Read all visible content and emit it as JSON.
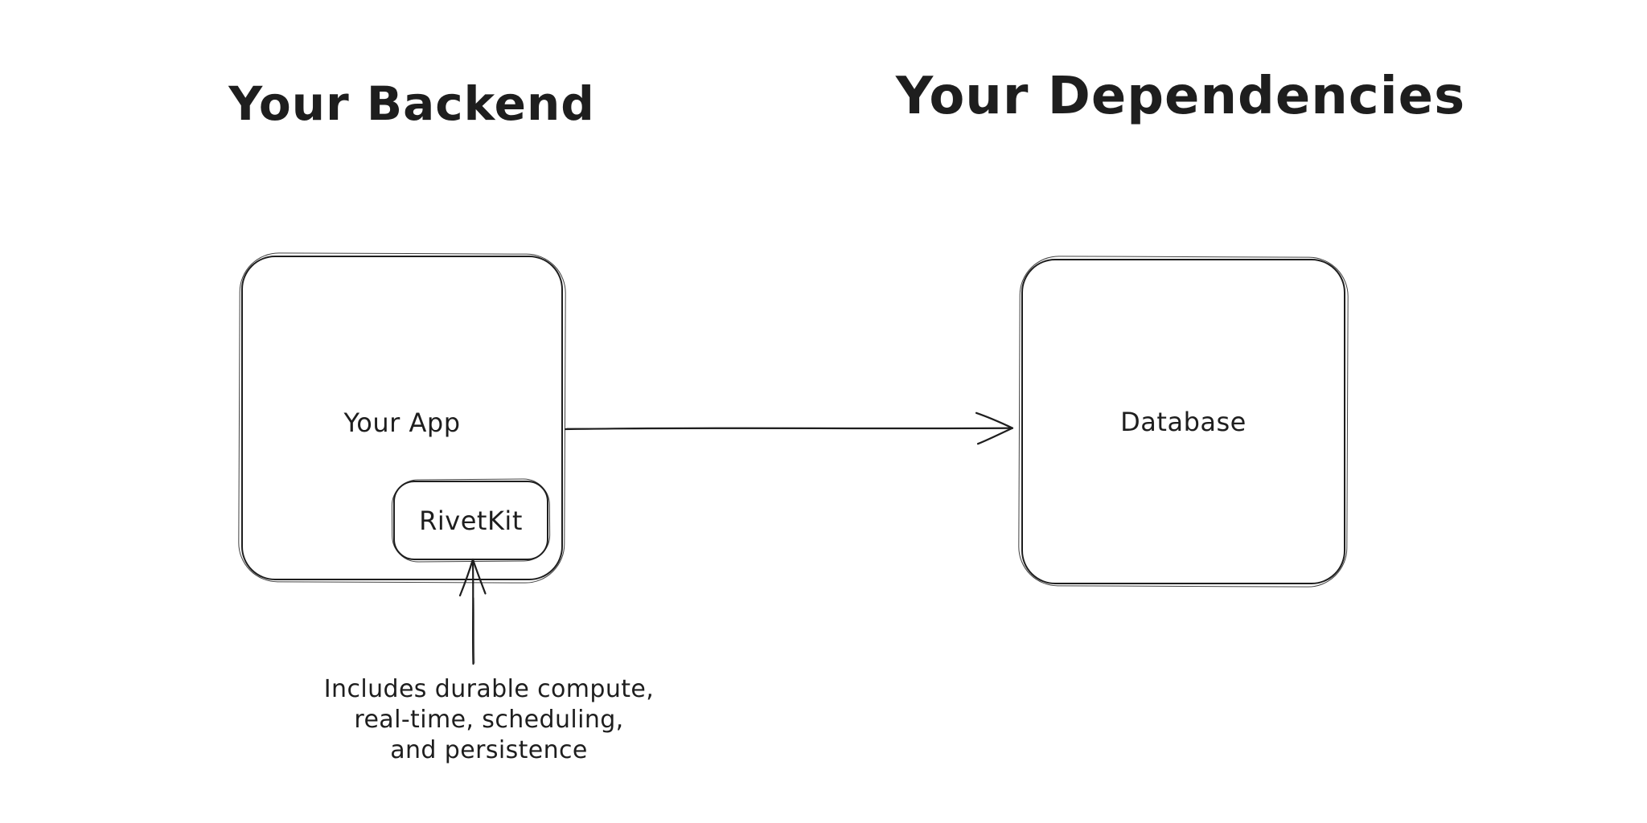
{
  "diagram": {
    "background": "#ffffff",
    "stroke_color": "#1e1e1e",
    "sections": {
      "left_title": "Your Backend",
      "right_title": "Your Dependencies"
    },
    "nodes": {
      "your_app": {
        "label": "Your App"
      },
      "rivetkit": {
        "label": "RivetKit"
      },
      "database": {
        "label": "Database"
      }
    },
    "arrows": {
      "app_to_database": {
        "from": "Your App",
        "to": "Database",
        "direction": "right",
        "style": "open-head"
      },
      "caption_to_rivetkit": {
        "from": "caption",
        "to": "RivetKit",
        "direction": "up",
        "style": "open-head"
      }
    },
    "caption": {
      "lines": [
        "Includes durable compute,",
        "real-time, scheduling,",
        "and persistence"
      ]
    }
  }
}
